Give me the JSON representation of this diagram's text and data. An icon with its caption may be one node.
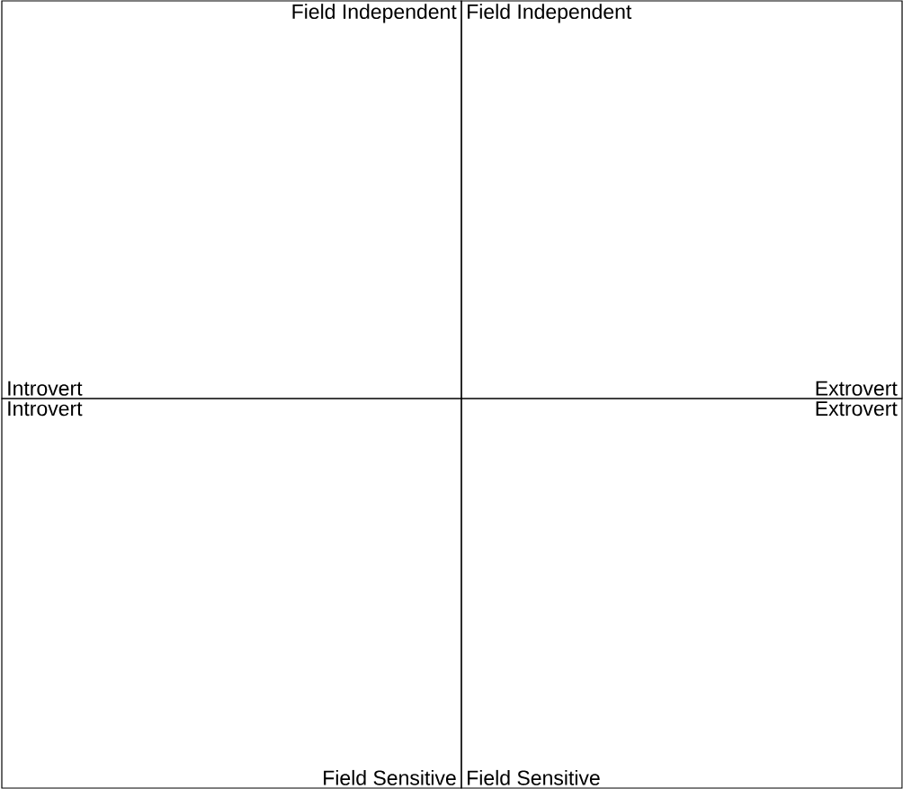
{
  "diagram": {
    "nodes": [
      {
        "text": [
          "Field Independent",
          "Introvert"
        ]
      },
      {
        "text": [
          "Field Independent",
          "Extrovert"
        ]
      },
      {
        "text": [
          "Introvert",
          "Field Sensitive"
        ]
      },
      {
        "text": [
          "Extrovert",
          "Field Sensitive"
        ]
      }
    ]
  }
}
